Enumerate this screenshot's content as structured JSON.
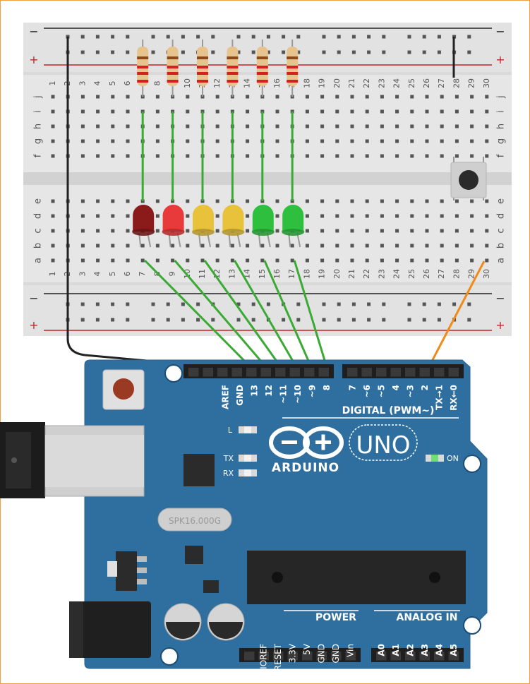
{
  "breadboard": {
    "rail_minus": "−",
    "rail_plus": "+",
    "column_numbers": [
      "1",
      "2",
      "3",
      "4",
      "5",
      "6",
      "7",
      "8",
      "9",
      "10",
      "11",
      "12",
      "13",
      "14",
      "15",
      "16",
      "17",
      "18",
      "19",
      "20",
      "21",
      "22",
      "23",
      "24",
      "25",
      "26",
      "27",
      "28",
      "29",
      "30"
    ],
    "top_rows": [
      "j",
      "i",
      "h",
      "g",
      "f"
    ],
    "bottom_rows": [
      "e",
      "d",
      "c",
      "b",
      "a"
    ]
  },
  "components": {
    "resistor_count": 6,
    "leds": [
      {
        "color": "#8b1a1a",
        "name": "led-dark-red"
      },
      {
        "color": "#e83a3a",
        "name": "led-red"
      },
      {
        "color": "#e8c23a",
        "name": "led-yellow-1"
      },
      {
        "color": "#e8c23a",
        "name": "led-yellow-2"
      },
      {
        "color": "#2fbf3f",
        "name": "led-green-1"
      },
      {
        "color": "#2fbf3f",
        "name": "led-green-2"
      }
    ],
    "pushbutton": "pushbutton"
  },
  "wires": {
    "signal_color": "#3aaa35",
    "button_color": "#f08a1a",
    "ground_color": "#222222"
  },
  "arduino": {
    "board_color": "#2f6fa0",
    "logo": "ARDUINO",
    "model": "UNO",
    "digital_header_left": [
      "AREF",
      "GND",
      "13",
      "12",
      "~11",
      "~10",
      "~9",
      "8"
    ],
    "digital_header_right": [
      "7",
      "~6",
      "~5",
      "4",
      "~3",
      "2",
      "TX→1",
      "RX←0"
    ],
    "digital_title": "DIGITAL (PWM~)",
    "led_L": "L",
    "led_TX": "TX",
    "led_RX": "RX",
    "on_label": "ON",
    "crystal": "SPK16.000G",
    "power_title": "POWER",
    "power_pins": [
      "IOREF",
      "RESET",
      "3.3V",
      "5V",
      "GND",
      "GND",
      "Vin"
    ],
    "analog_title": "ANALOG IN",
    "analog_pins": [
      "A0",
      "A1",
      "A2",
      "A3",
      "A4",
      "A5"
    ]
  }
}
